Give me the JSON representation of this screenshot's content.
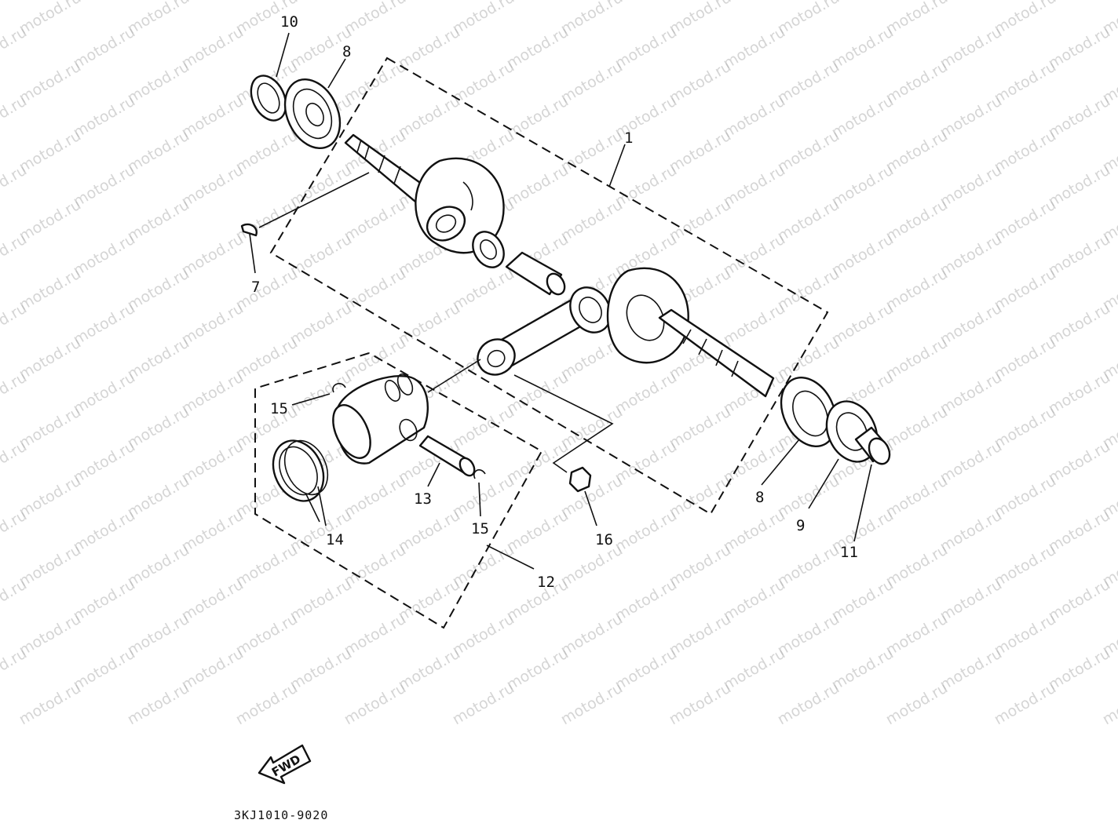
{
  "watermark": "motod.ru",
  "diagram_code": "3KJ1010-9020",
  "fwd_label": "FWD",
  "callouts": [
    {
      "id": "c1",
      "text": "1"
    },
    {
      "id": "c7",
      "text": "7"
    },
    {
      "id": "c8a",
      "text": "8"
    },
    {
      "id": "c8b",
      "text": "8"
    },
    {
      "id": "c9",
      "text": "9"
    },
    {
      "id": "c10",
      "text": "10"
    },
    {
      "id": "c11",
      "text": "11"
    },
    {
      "id": "c12",
      "text": "12"
    },
    {
      "id": "c13",
      "text": "13"
    },
    {
      "id": "c14",
      "text": "14"
    },
    {
      "id": "c15a",
      "text": "15"
    },
    {
      "id": "c15b",
      "text": "15"
    },
    {
      "id": "c16",
      "text": "16"
    }
  ]
}
